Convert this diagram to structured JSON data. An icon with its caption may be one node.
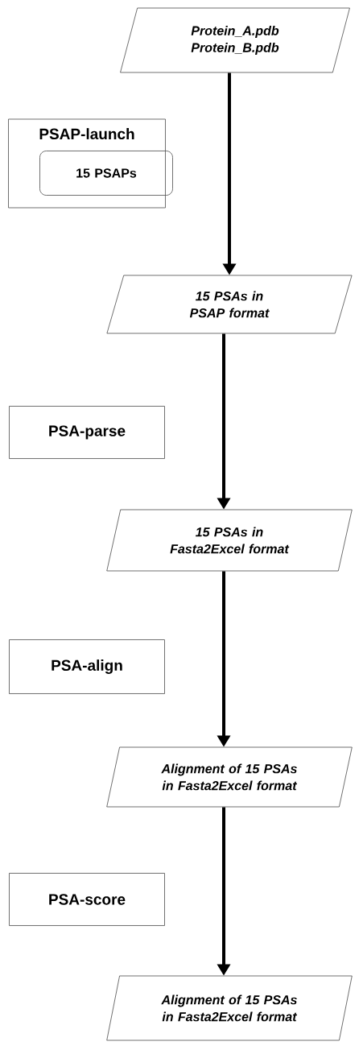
{
  "diagram": {
    "nodes": [
      {
        "text": [
          "Protein_A.pdb Protein_B.pdb"
        ]
      },
      {
        "text": [
          "PSAP-launch"
        ]
      },
      {
        "text": [
          "15 PSAPs"
        ],
        "in": 1
      },
      {
        "text": [
          "15 PSAs in PSAP format"
        ]
      },
      {
        "text": [
          "PSA-parse"
        ]
      },
      {
        "text": [
          "15 PSAs in Fasta2Excel format"
        ]
      },
      {
        "text": [
          "PSA-align"
        ]
      },
      {
        "text": [
          "Alignment of 15 PSAs in Fasta2Excel format"
        ]
      },
      {
        "text": [
          "PSA-score"
        ]
      },
      {
        "text": [
          "Alignment of 15 PSAs in Fasta2Excel format"
        ]
      }
    ],
    "edges": [
      {
        "from": 0,
        "to": 3,
        "arrow": "to"
      },
      {
        "from": 3,
        "to": 5,
        "arrow": "to"
      },
      {
        "from": 5,
        "to": 7,
        "arrow": "to"
      },
      {
        "from": 7,
        "to": 9,
        "arrow": "to"
      }
    ]
  }
}
